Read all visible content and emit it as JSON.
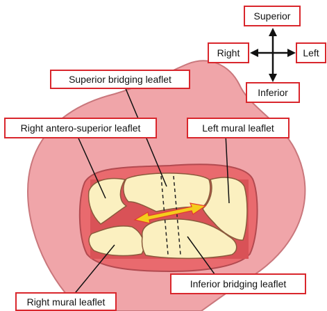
{
  "orientation": {
    "superior": "Superior",
    "inferior": "Inferior",
    "left": "Left",
    "right": "Right"
  },
  "labels": {
    "superior_bridging_leaflet": "Superior bridging leaflet",
    "right_antero_superior_leaflet": "Right antero-superior leaflet",
    "left_mural_leaflet": "Left mural leaflet",
    "inferior_bridging_leaflet": "Inferior bridging leaflet",
    "right_mural_leaflet": "Right mural leaflet"
  },
  "colors": {
    "label_border": "#d9262c",
    "heart_fill": "#f0a5a9",
    "heart_outline": "#c9777c",
    "annulus_fill": "#e96a6e",
    "leaflet_fill": "#fbf0c0",
    "orifice_fill": "#d95257",
    "arrow_fill": "#f4cc1c",
    "arrow_outline": "#e33b30"
  }
}
